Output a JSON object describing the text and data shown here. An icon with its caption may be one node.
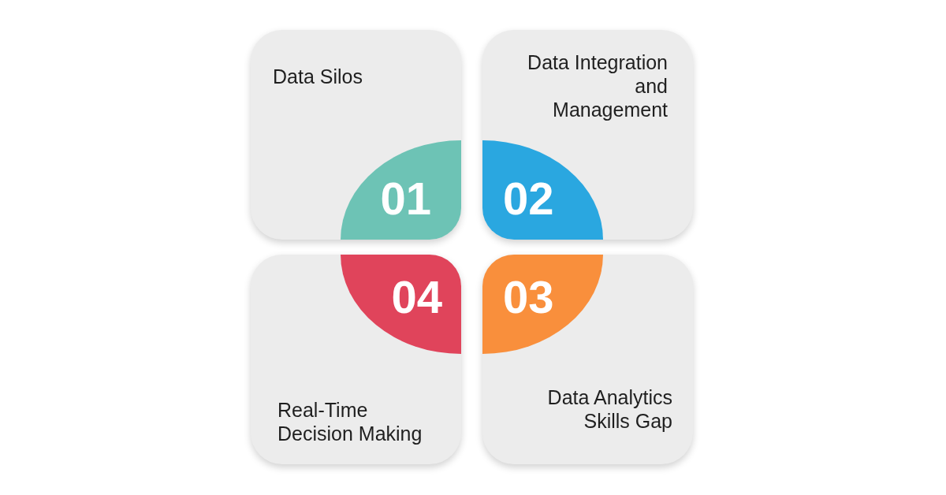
{
  "diagram": {
    "nodes": [
      {
        "text": [
          "Data Silos"
        ]
      },
      {
        "text": [
          "01"
        ],
        "in": 0
      },
      {
        "text": [
          "Data Integration and Management"
        ]
      },
      {
        "text": [
          "02"
        ],
        "in": 2
      },
      {
        "text": [
          "Real-Time Decision Making"
        ]
      },
      {
        "text": [
          "04"
        ],
        "in": 4
      },
      {
        "text": [
          "Data Analytics Skills Gap"
        ]
      },
      {
        "text": [
          "03"
        ],
        "in": 6
      }
    ]
  }
}
